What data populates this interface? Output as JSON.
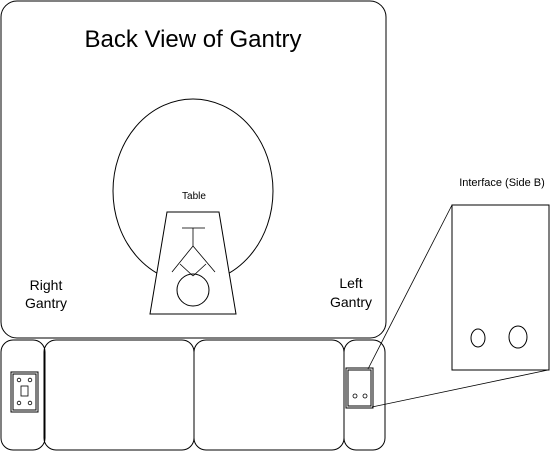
{
  "diagram": {
    "title": "Back View of Gantry",
    "table_label": "Table",
    "right_gantry": [
      "Right",
      "Gantry"
    ],
    "left_gantry": [
      "Left",
      "Gantry"
    ],
    "interface_label": "Interface (Side B)"
  }
}
